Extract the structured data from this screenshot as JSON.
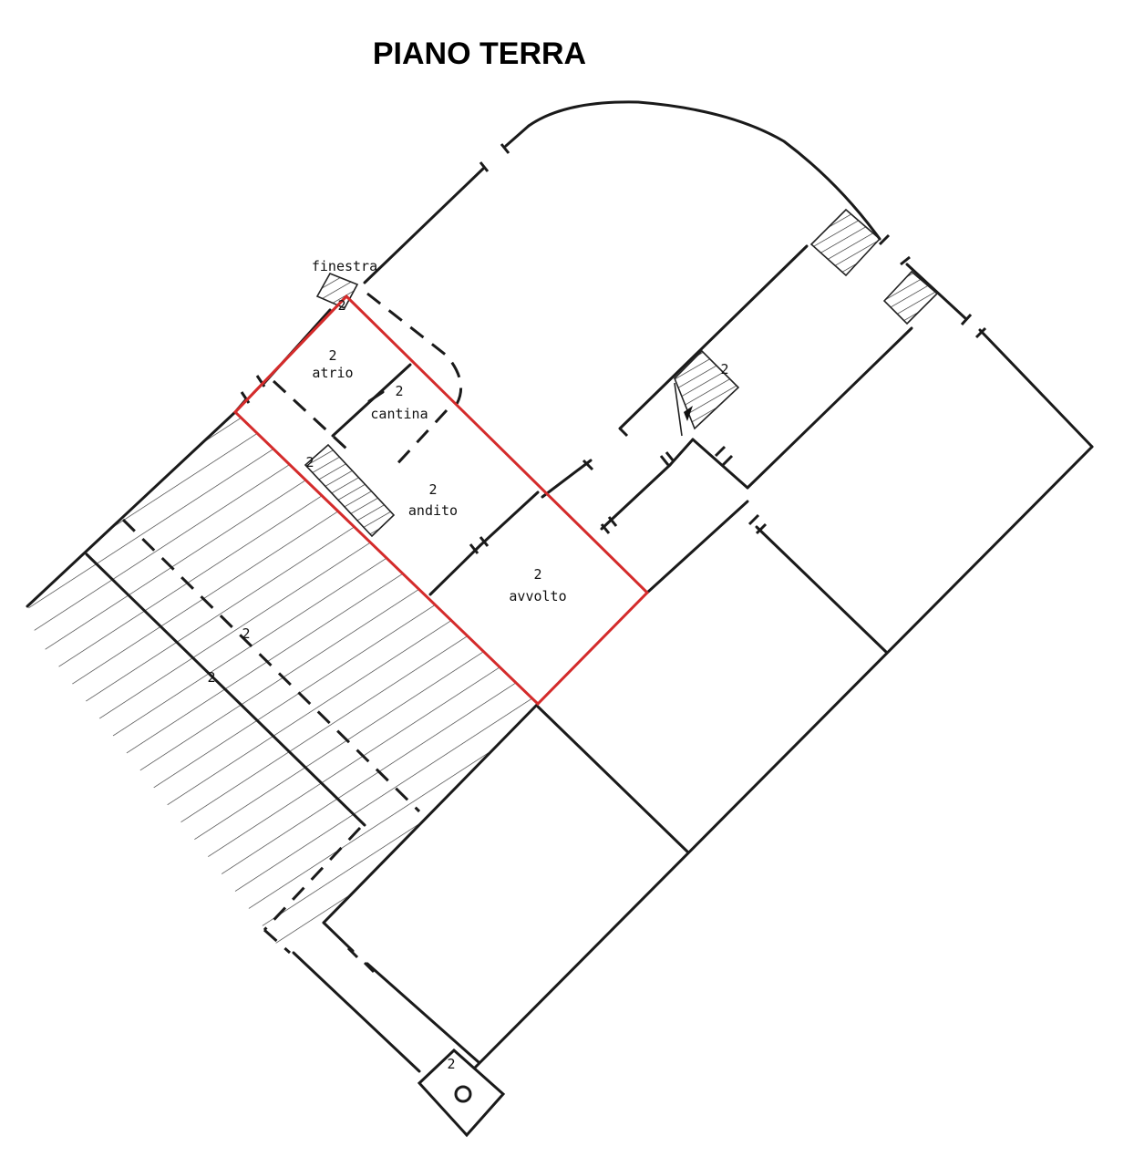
{
  "title": "PIANO TERRA",
  "rooms": [
    {
      "number": "2",
      "name": "atrio"
    },
    {
      "number": "2",
      "name": "cantina"
    },
    {
      "number": "2",
      "name": "andito"
    },
    {
      "number": "2",
      "name": "avvolto"
    }
  ],
  "annotations": {
    "window": "finestra",
    "marks": [
      "2",
      "2",
      "2",
      "2",
      "2",
      "2"
    ]
  },
  "colors": {
    "highlight": "#d42b2b",
    "ink": "#1a1a1a",
    "background": "#ffffff"
  }
}
